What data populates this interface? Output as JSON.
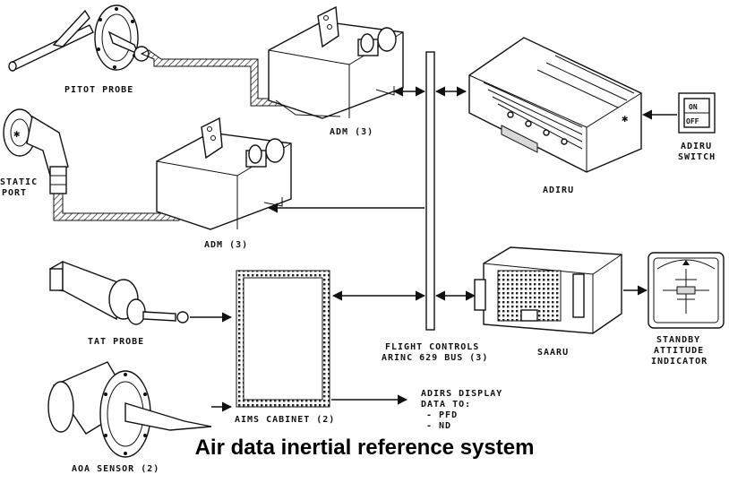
{
  "caption": "Air data inertial reference system",
  "labels": {
    "pitot_probe": "PITOT PROBE",
    "adm_upper": "ADM (3)",
    "adm_lower": "ADM (3)",
    "static_port_line1": "STATIC",
    "static_port_line2": "PORT",
    "adiru": "ADIRU",
    "adiru_switch_line1": "ADIRU",
    "adiru_switch_line2": "SWITCH",
    "switch_on": "ON",
    "switch_off": "OFF",
    "tat_probe": "TAT PROBE",
    "aims_cabinet": "AIMS CABINET (2)",
    "aoa_sensor": "AOA SENSOR (2)",
    "bus_line1": "FLIGHT CONTROLS",
    "bus_line2": "ARINC 629 BUS (3)",
    "saaru": "SAARU",
    "standby_line1": "STANDBY",
    "standby_line2": "ATTITUDE",
    "standby_line3": "INDICATOR",
    "display_line1": "ADIRS DISPLAY",
    "display_line2": "DATA TO:",
    "display_line3": "- PFD",
    "display_line4": "- ND"
  }
}
